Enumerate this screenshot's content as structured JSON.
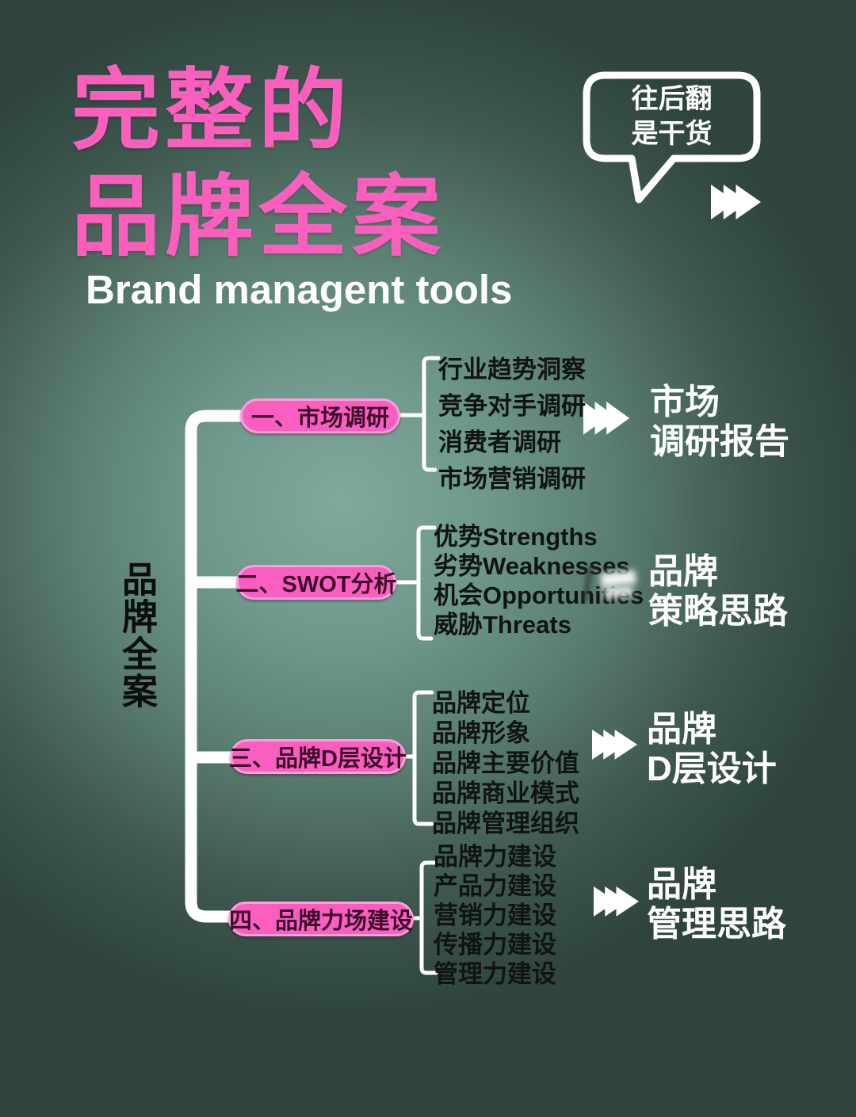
{
  "title": {
    "line1": "完整的",
    "line2": "品牌全案",
    "subtitle": "Brand managent tools"
  },
  "speech_bubble": {
    "line1": "往后翻",
    "line2": "是干货"
  },
  "left_label": "品牌全案",
  "colors": {
    "title_pink": "#fb5fbe",
    "pill_fill": "#fb5ec1",
    "pill_border": "#ff9edd",
    "pill_text": "#3a0d28",
    "line_white": "#ffffff",
    "item_text": "#101412",
    "bg_center": "#80a99c",
    "bg_edge": "#2f443f"
  },
  "rows": [
    {
      "node": "一、市场调研",
      "items": [
        "行业趋势洞察",
        "竞争对手调研",
        "消费者调研",
        "市场营销调研"
      ],
      "result": {
        "line1": "市场",
        "line2": "调研报告"
      }
    },
    {
      "node": "二、SWOT分析",
      "items": [
        "优势Strengths",
        "劣势Weaknesses",
        "机会Opportunities",
        "威胁Threats"
      ],
      "result": {
        "line1": "品牌",
        "line2": "策略思路"
      }
    },
    {
      "node": "三、品牌D层设计",
      "items": [
        "品牌定位",
        "品牌形象",
        "品牌主要价值",
        "品牌商业模式",
        "品牌管理组织"
      ],
      "result": {
        "line1": "品牌",
        "line2": "D层设计"
      }
    },
    {
      "node": "四、品牌力场建设",
      "items": [
        "品牌力建设",
        "产品力建设",
        "营销力建设",
        "传播力建设",
        "管理力建设"
      ],
      "result": {
        "line1": "品牌",
        "line2": "管理思路"
      }
    }
  ]
}
